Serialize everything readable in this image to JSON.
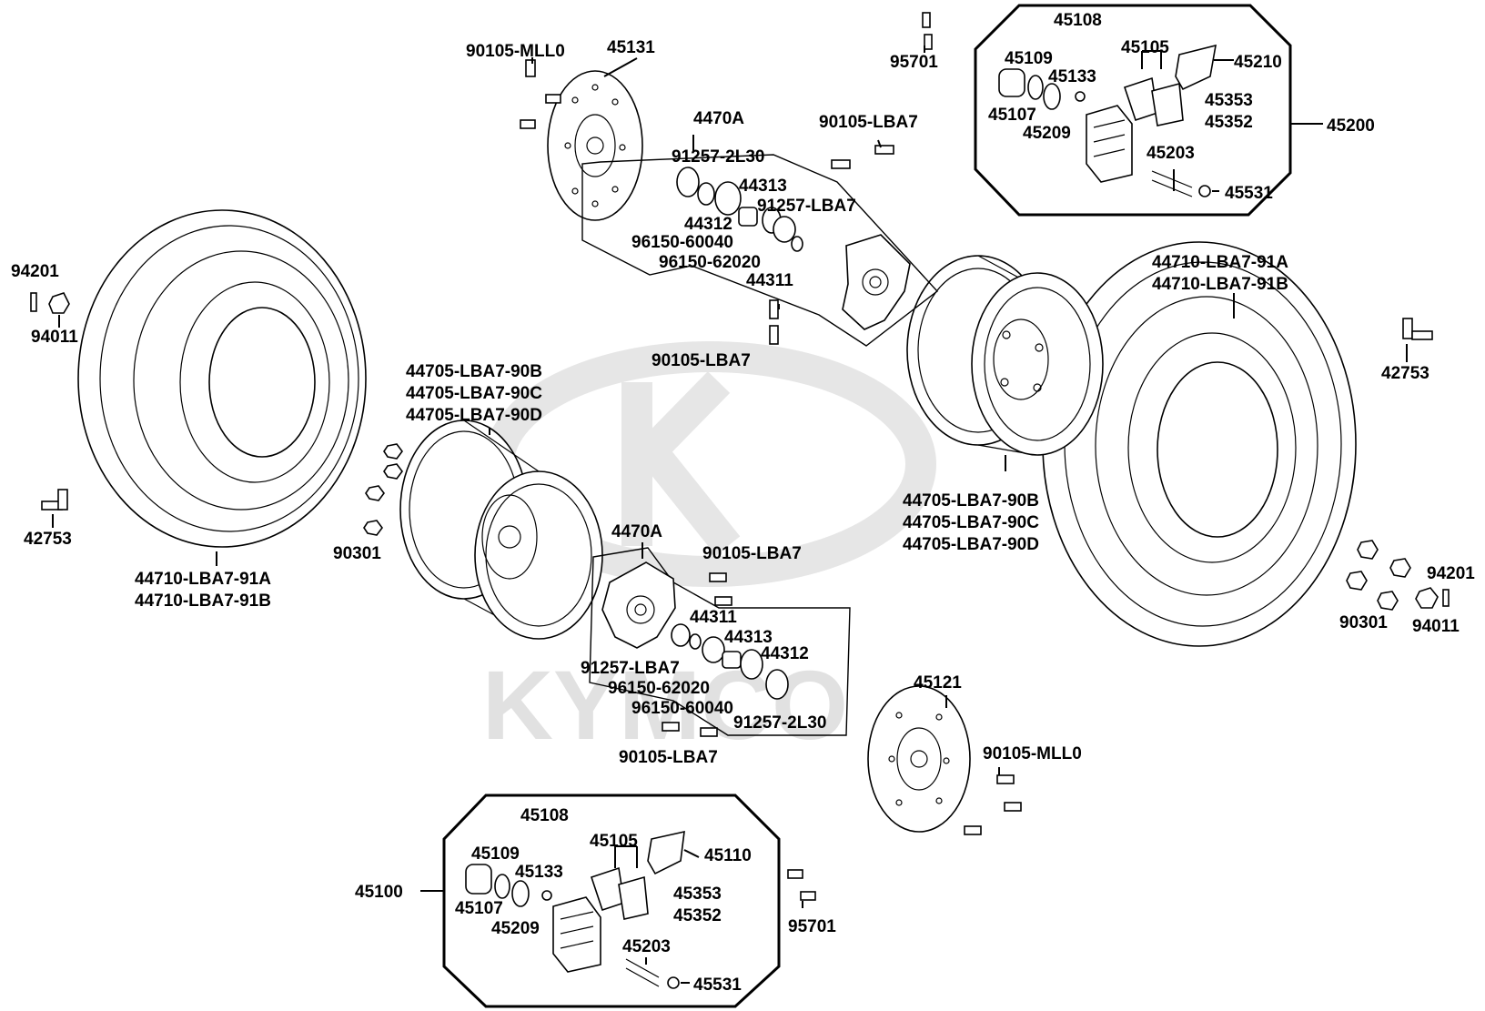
{
  "watermark": {
    "brand": "KYMCO"
  },
  "labels": {
    "l_90105_mll0_top": "90105-MLL0",
    "l_45131": "45131",
    "l_4470a_top": "4470A",
    "l_91257_2l30_top": "91257-2L30",
    "l_44313_top": "44313",
    "l_91257_lba7_top": "91257-LBA7",
    "l_44312_top": "44312",
    "l_96150_60040_top": "96150-60040",
    "l_96150_62020_top": "96150-62020",
    "l_44311_top": "44311",
    "l_90105_lba7_top_right": "90105-LBA7",
    "l_90105_lba7_top_bottom": "90105-LBA7",
    "l_95701_top": "95701",
    "l_45108_top": "45108",
    "l_45109_top": "45109",
    "l_45105_top": "45105",
    "l_45210": "45210",
    "l_45133_top": "45133",
    "l_45353_top": "45353",
    "l_45107_top": "45107",
    "l_45352_top": "45352",
    "l_45209_top": "45209",
    "l_45200": "45200",
    "l_45203_top": "45203",
    "l_45531_top": "45531",
    "l_94201_left": "94201",
    "l_94011_left": "94011",
    "l_42753_left": "42753",
    "l_44710_91a_left": "44710-LBA7-91A",
    "l_44710_91b_left": "44710-LBA7-91B",
    "l_44705_90b_left": "44705-LBA7-90B",
    "l_44705_90c_left": "44705-LBA7-90C",
    "l_44705_90d_left": "44705-LBA7-90D",
    "l_90301_left": "90301",
    "l_44710_91a_right": "44710-LBA7-91A",
    "l_44710_91b_right": "44710-LBA7-91B",
    "l_42753_right": "42753",
    "l_44705_90b_right": "44705-LBA7-90B",
    "l_44705_90c_right": "44705-LBA7-90C",
    "l_44705_90d_right": "44705-LBA7-90D",
    "l_90301_right": "90301",
    "l_94201_right": "94201",
    "l_94011_right": "94011",
    "l_4470a_bottom": "4470A",
    "l_90105_lba7_mid": "90105-LBA7",
    "l_44311_bottom": "44311",
    "l_44313_bottom": "44313",
    "l_44312_bottom": "44312",
    "l_91257_lba7_bottom": "91257-LBA7",
    "l_96150_62020_bottom": "96150-62020",
    "l_96150_60040_bottom": "96150-60040",
    "l_91257_2l30_bottom": "91257-2L30",
    "l_90105_lba7_bottom": "90105-LBA7",
    "l_45121": "45121",
    "l_90105_mll0_bottom": "90105-MLL0",
    "l_45108_bottom": "45108",
    "l_45109_bottom": "45109",
    "l_45105_bottom": "45105",
    "l_45110": "45110",
    "l_45133_bottom": "45133",
    "l_45100": "45100",
    "l_45353_bottom": "45353",
    "l_45107_bottom": "45107",
    "l_45352_bottom": "45352",
    "l_45209_bottom": "45209",
    "l_95701_bottom": "95701",
    "l_45203_bottom": "45203",
    "l_45531_bottom": "45531"
  }
}
